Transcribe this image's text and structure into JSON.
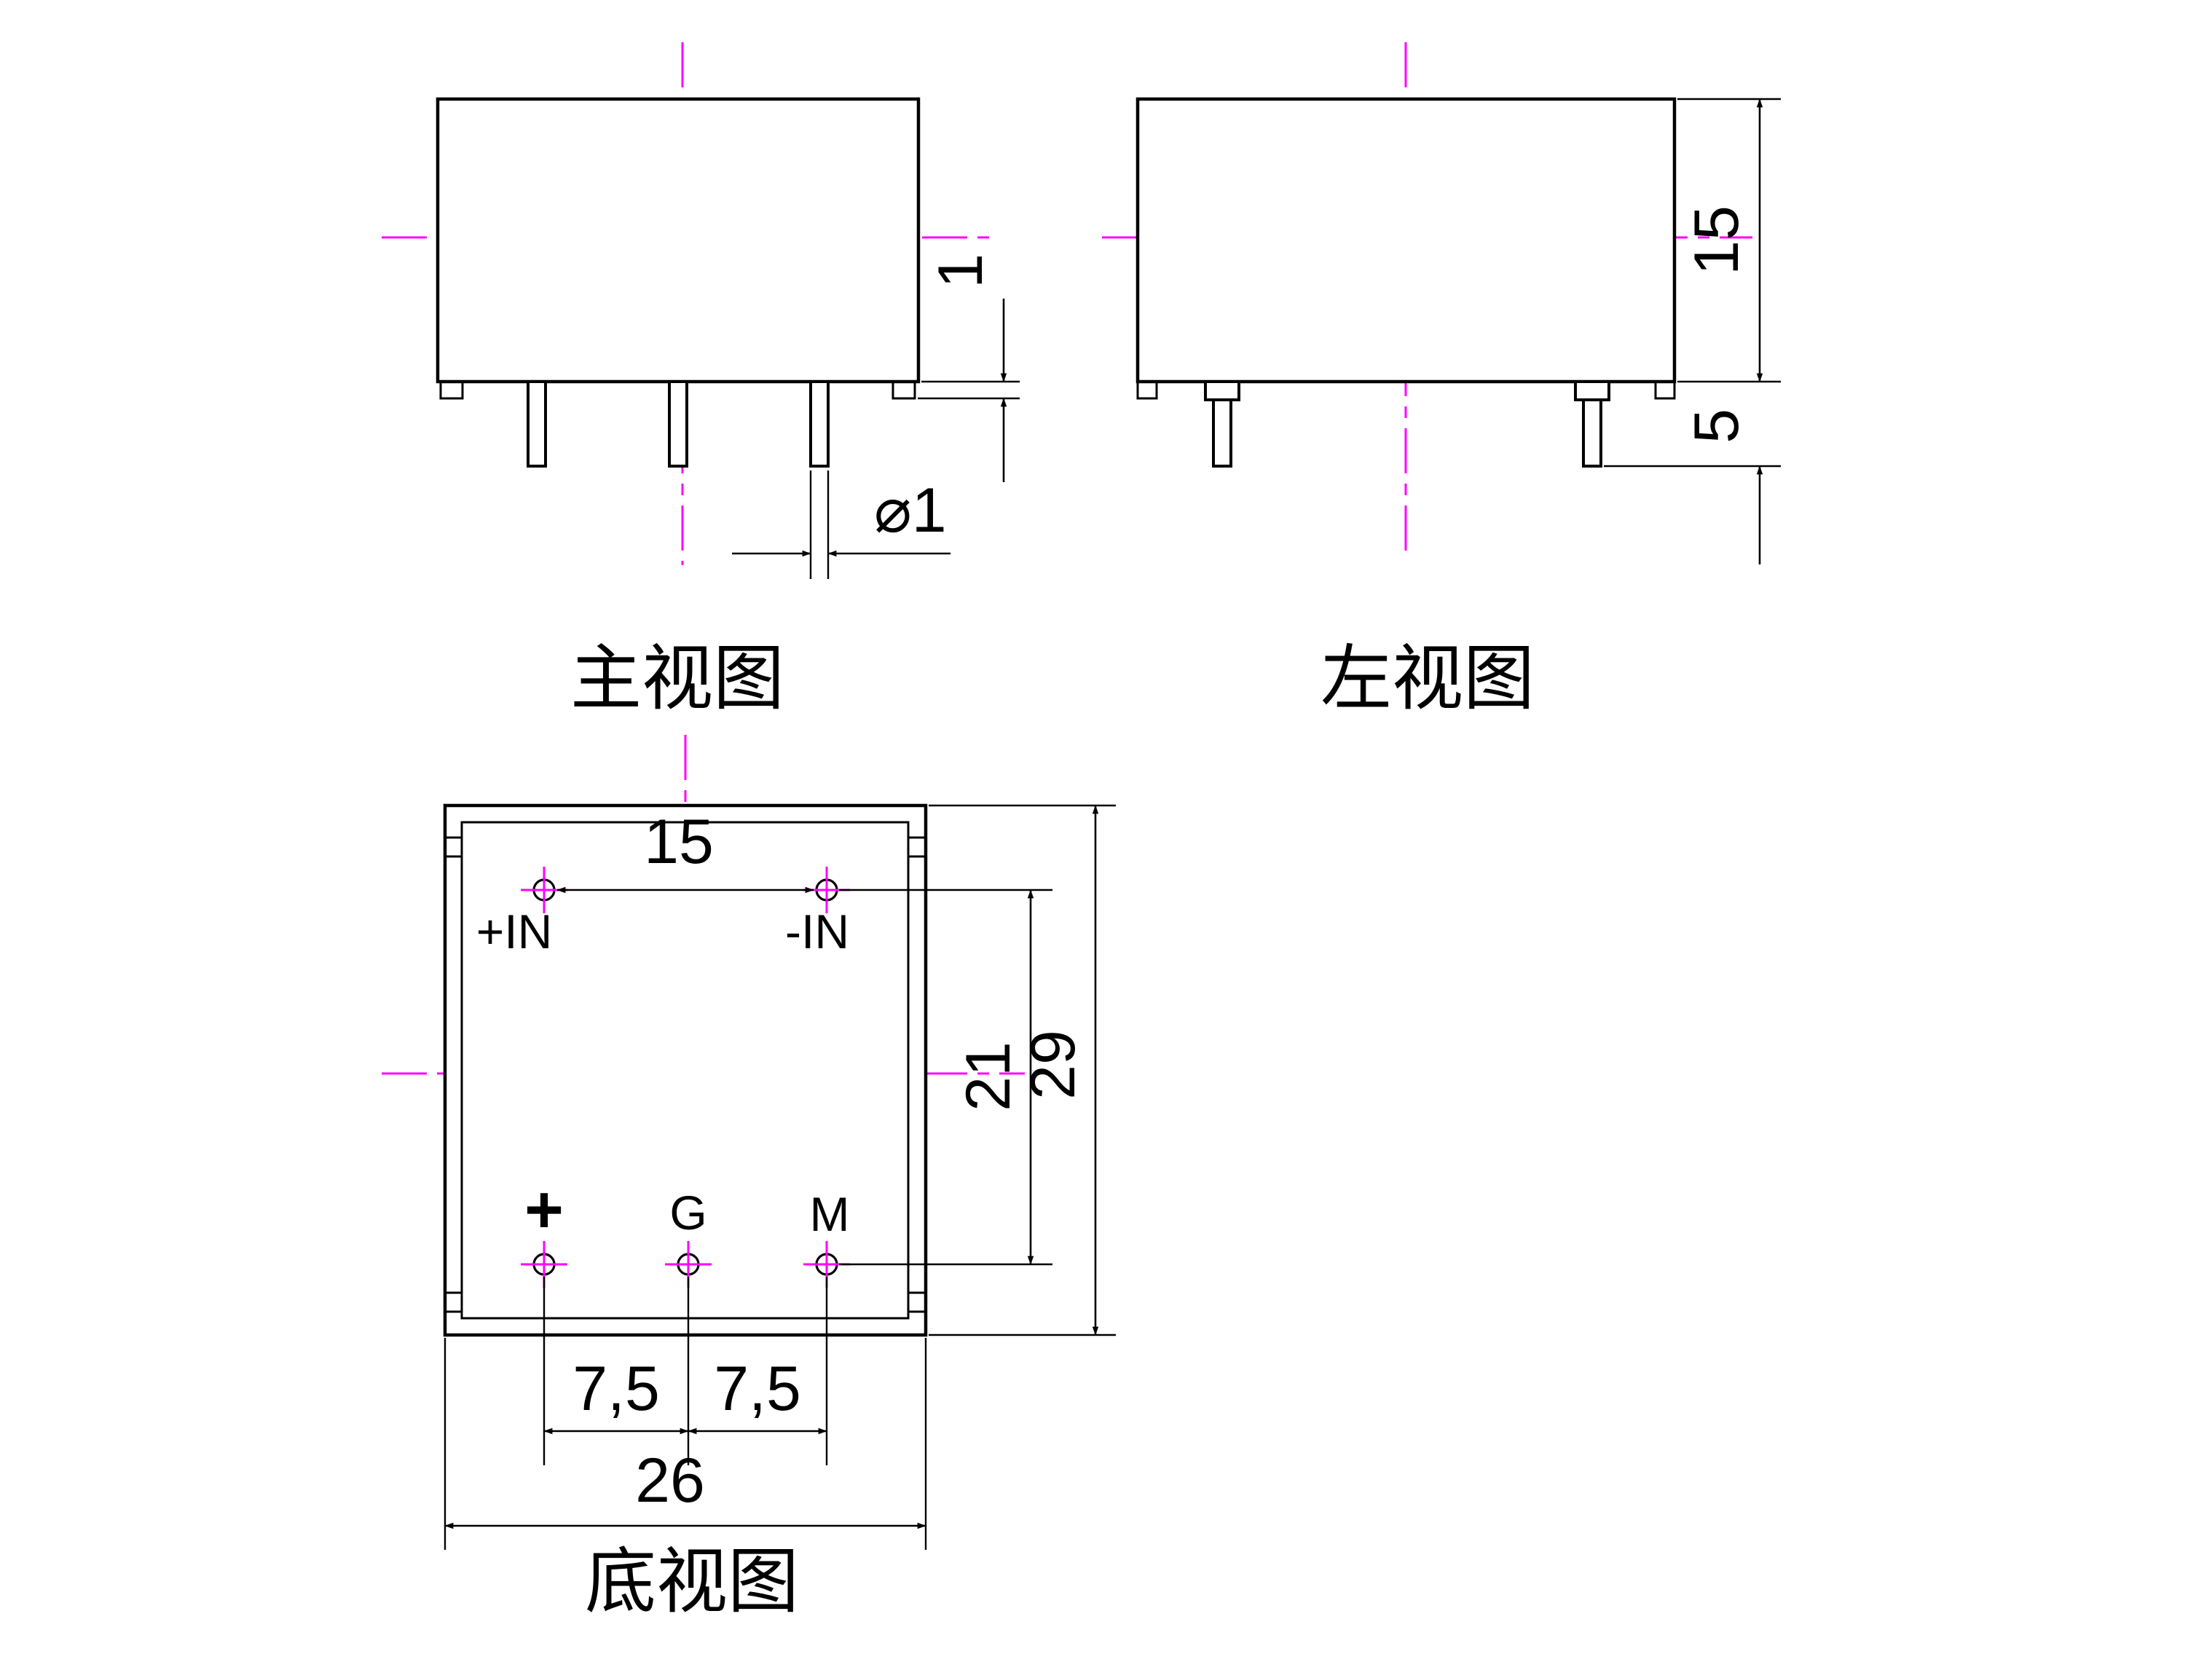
{
  "colors": {
    "line": "#000000",
    "centerline": "#ff00ff",
    "background": "#ffffff"
  },
  "front_view": {
    "title": "主视图",
    "dim_standoff_height": "1",
    "dim_pin_diameter": "⌀1"
  },
  "left_view": {
    "title": "左视图",
    "dim_body_height": "15",
    "dim_pin_length": "5"
  },
  "bottom_view": {
    "title": "底视图",
    "dim_input_pin_spacing": "15",
    "dim_row_spacing": "21",
    "dim_body_length": "29",
    "dim_pitch_left": "7,5",
    "dim_pitch_right": "7,5",
    "dim_body_width": "26",
    "pin_labels": {
      "in_plus": "+IN",
      "in_minus": "-IN",
      "out_plus": "+",
      "out_g": "G",
      "out_m": "M"
    }
  }
}
